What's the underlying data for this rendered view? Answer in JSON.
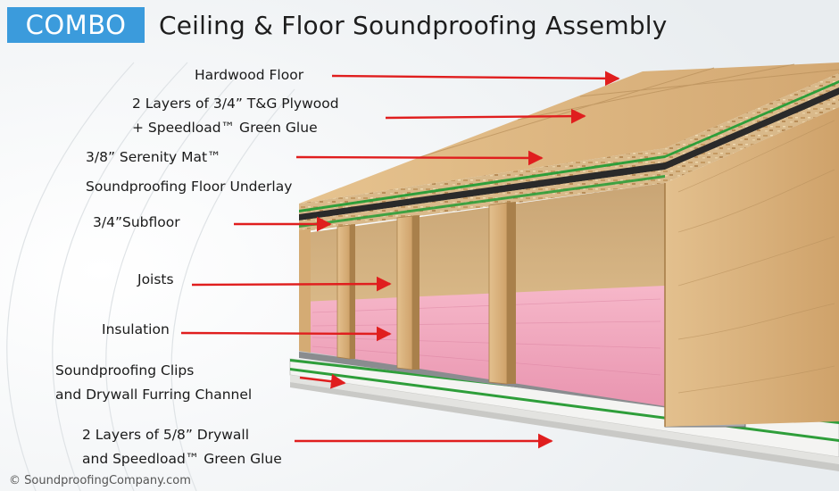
{
  "badge": "COMBO",
  "title": "Ceiling & Floor Soundproofing Assembly",
  "labels": {
    "hardwood": "Hardwood Floor",
    "plywood_1": "2 Layers of 3/4” T&G Plywood",
    "plywood_2": "+ Speedload™ Green Glue",
    "mat_1": "3/8” Serenity Mat™",
    "mat_2": "Soundproofing Floor Underlay",
    "subfloor": "3/4”Subfloor",
    "joists": "Joists",
    "insulation": "Insulation",
    "clips_1": "Soundproofing Clips",
    "clips_2": "and Drywall Furring Channel",
    "drywall_1": "2 Layers of 5/8” Drywall",
    "drywall_2": "and Speedload™ Green Glue"
  },
  "copyright": "© SoundproofingCompany.com",
  "colors": {
    "badge": "#3b9bdc",
    "arrow": "#e01e1e",
    "wood": "#d9b07a",
    "insulation": "#f2a8bf",
    "green_glue": "#2e9e3a",
    "drywall": "#f2f2f0"
  }
}
